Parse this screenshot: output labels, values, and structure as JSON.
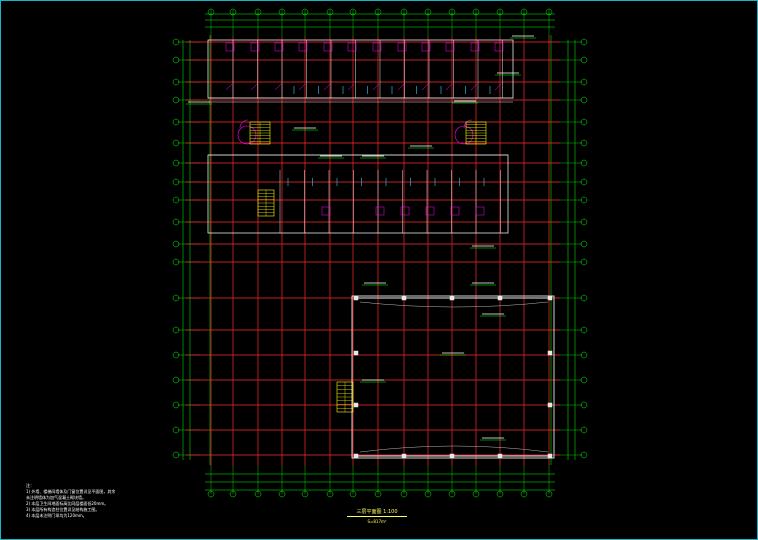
{
  "drawing": {
    "title": "三层平面图 1:100",
    "scale_note": "S=817m²",
    "notes": {
      "label": "注：",
      "items": [
        "1) 外墙、楼梯间墙体及门窗位置详见平面图，其余",
        "   未注明墙体为加气混凝土砌块墙。",
        "2) 本层卫生间地面标高比同层楼面低20mm。",
        "3) 本层所有构造柱位置详见结构施工图。",
        "4) 本层未注明门垛均为120mm。"
      ]
    },
    "colors": {
      "background": "#000000",
      "axis_lines": "#ff2a2a",
      "dimensions": "#00ff00",
      "walls": "#e8e8e8",
      "stairs": "#ffff00",
      "doors": "#ff00ff",
      "text": "#ffffff",
      "frame": "#18b4c8"
    },
    "legend_icons": [
      "axis-bubble-icon",
      "stair-icon",
      "door-swing-icon"
    ]
  }
}
